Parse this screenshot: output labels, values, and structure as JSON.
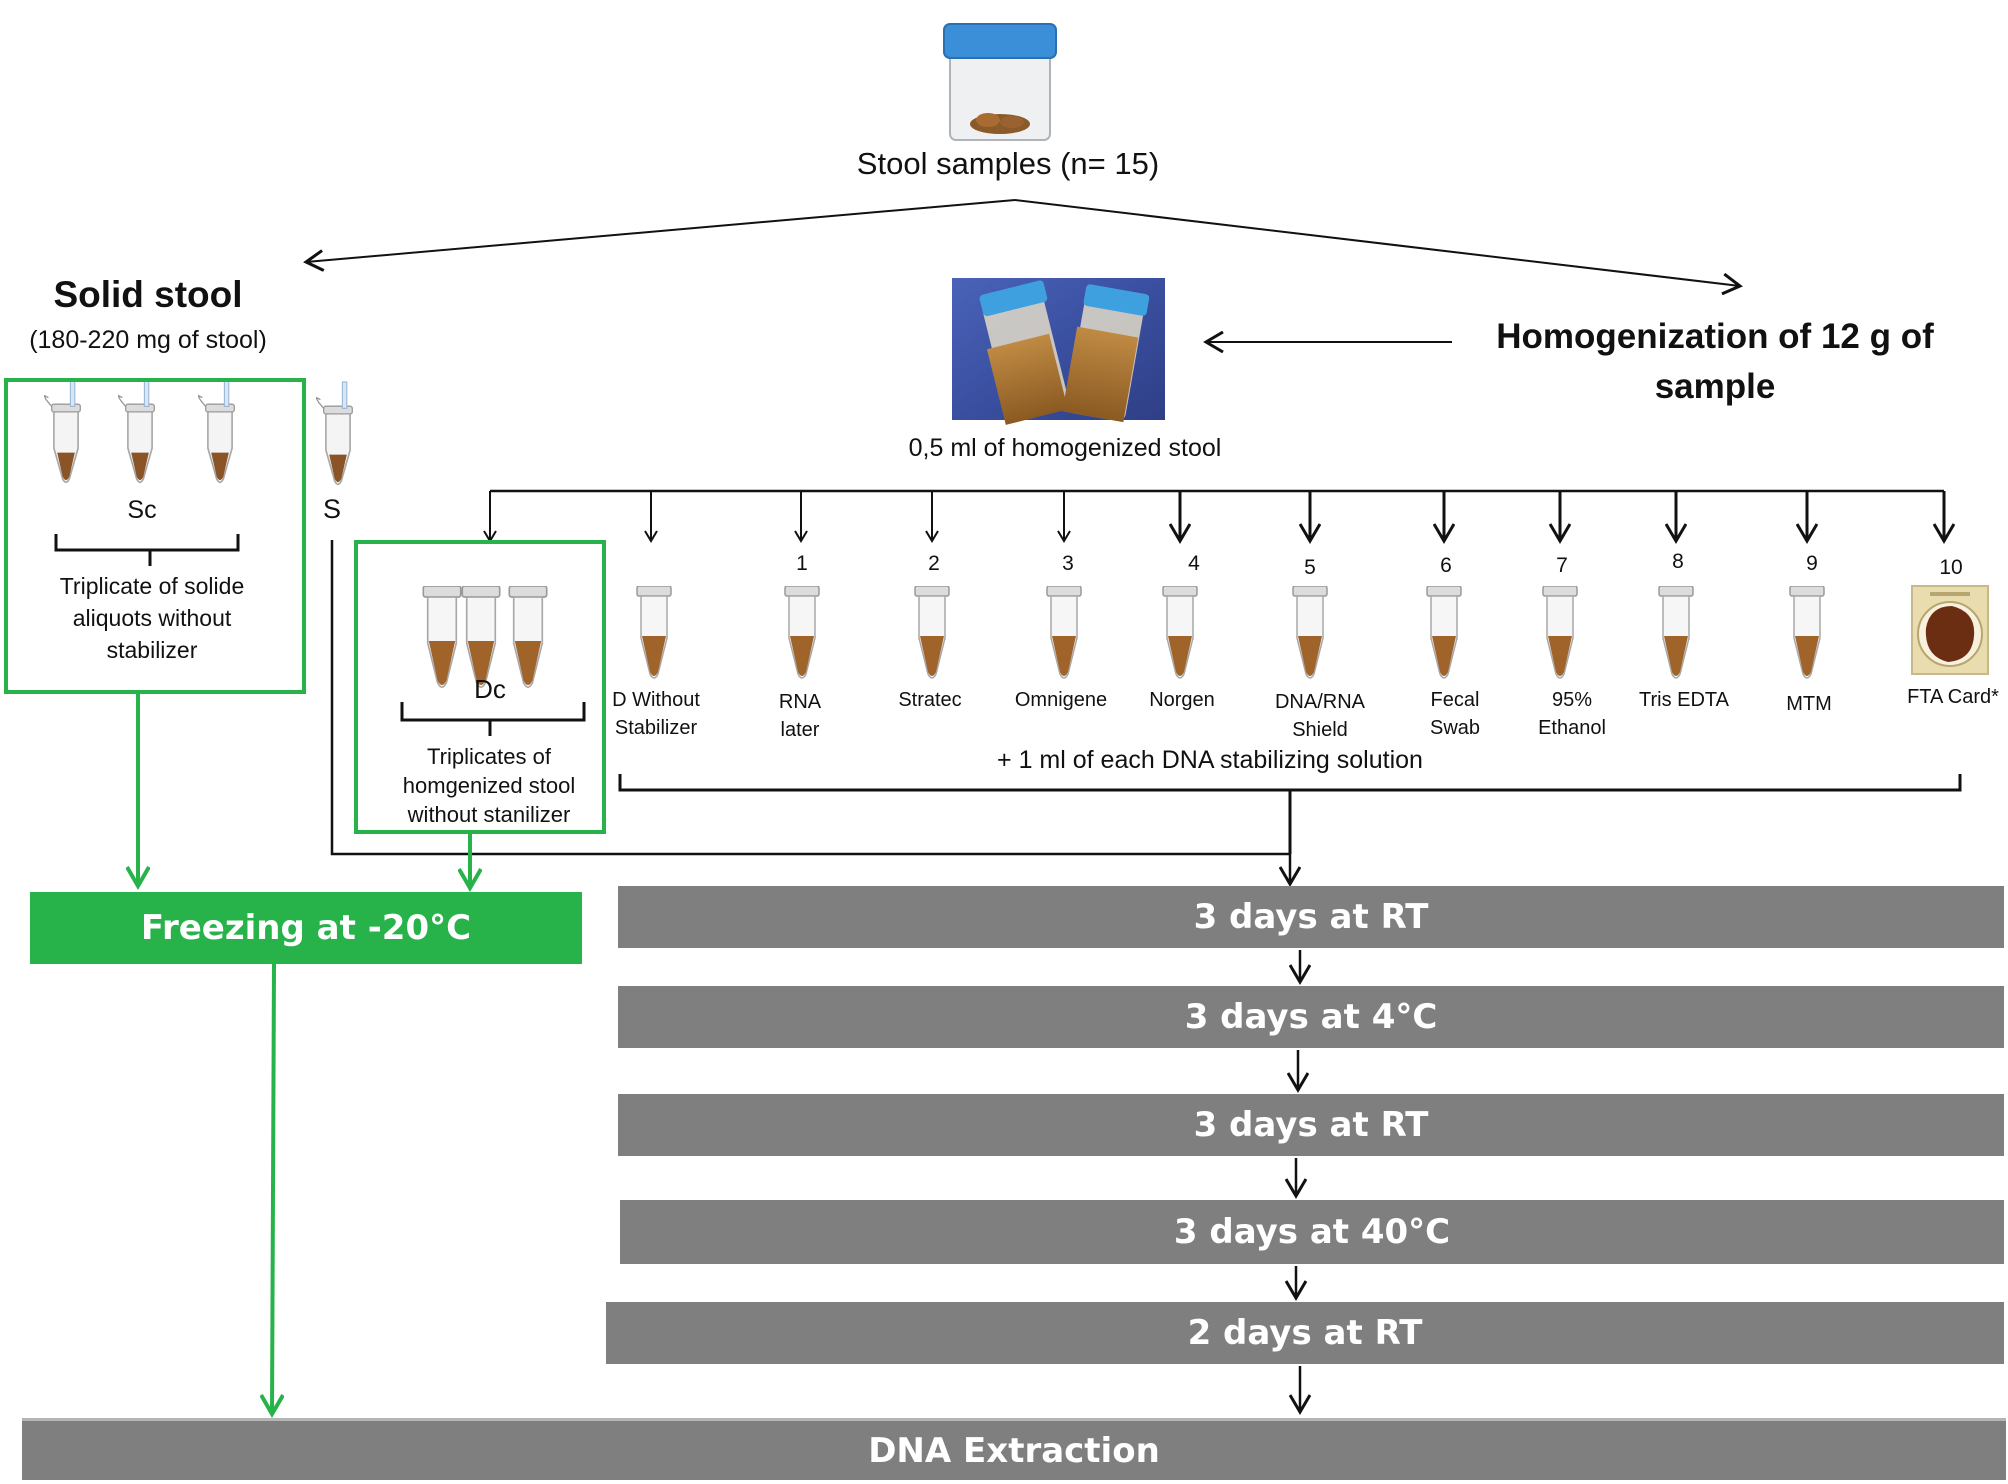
{
  "source": {
    "label": "Stool  samples (n= 15)"
  },
  "solid": {
    "title": "Solid stool",
    "subtitle": "(180-220 mg of stool)",
    "sc_label": "Sc",
    "sc_caption": "Triplicate of solide aliquots without stabilizer",
    "s_label": "S"
  },
  "homogenization": {
    "title": "Homogenization of 12 g of sample",
    "aliquot_label": "0,5 ml of homogenized stool",
    "dc_label": "Dc",
    "dc_caption": "Triplicates of homgenized stool without stanilizer"
  },
  "stabilizers": [
    {
      "number": "",
      "name": "D Without Stabilizer"
    },
    {
      "number": "1",
      "name": "RNA later"
    },
    {
      "number": "2",
      "name": "Stratec"
    },
    {
      "number": "3",
      "name": "Omnigene"
    },
    {
      "number": "4",
      "name": "Norgen"
    },
    {
      "number": "5",
      "name": "DNA/RNA Shield"
    },
    {
      "number": "6",
      "name": "Fecal Swab"
    },
    {
      "number": "7",
      "name": "95% Ethanol"
    },
    {
      "number": "8",
      "name": "Tris EDTA"
    },
    {
      "number": "9",
      "name": "MTM"
    },
    {
      "number": "10",
      "name": "FTA Card*"
    }
  ],
  "stabilizing_note": "+ 1 ml of each DNA stabilizing  solution",
  "freezing": "Freezing at -20°C",
  "storage_steps": [
    "3 days at RT",
    "3 days at 4°C",
    "3 days at RT",
    "3 days at 40°C",
    "2 days at RT"
  ],
  "final": "DNA Extraction",
  "colors": {
    "green": "#27b34a",
    "grey_bar": "#7f7f7f",
    "tube_fill": "#a0642a",
    "cap_blue": "#3a8fd8"
  }
}
